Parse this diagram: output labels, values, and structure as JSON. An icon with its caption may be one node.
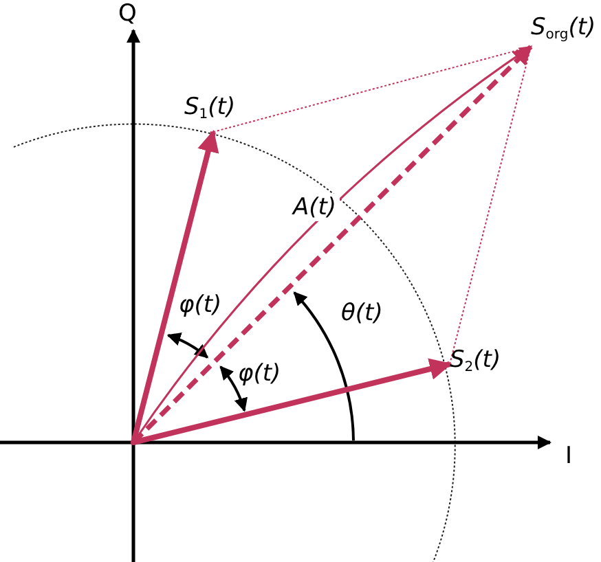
{
  "diagram": {
    "nodes": [
      {
        "text": [],
        "shape": "point"
      },
      {
        "text": [
          "S$_{1}$(t)"
        ]
      },
      {
        "text": [
          "S$_{2}$(t)"
        ]
      },
      {
        "text": [
          "S$_{org}$(t)"
        ]
      }
    ],
    "edges": [
      {
        "from": 0,
        "to": 1,
        "arrow": "to",
        "style": "thick"
      },
      {
        "from": 0,
        "to": 2,
        "arrow": "to",
        "style": "thick"
      },
      {
        "from": 0,
        "to": 3,
        "arrow": "to",
        "style": "dashed"
      },
      {
        "from": 0,
        "to": 3,
        "arrow": "to",
        "label": "A(t)"
      },
      {
        "from": 1,
        "to": 3,
        "arrow": "none",
        "style": "dashed"
      },
      {
        "from": 2,
        "to": 3,
        "arrow": "none",
        "style": "dashed"
      }
    ],
    "labels": [
      "Q",
      "I",
      "φ(t)",
      "φ(t)",
      "θ(t)"
    ]
  }
}
